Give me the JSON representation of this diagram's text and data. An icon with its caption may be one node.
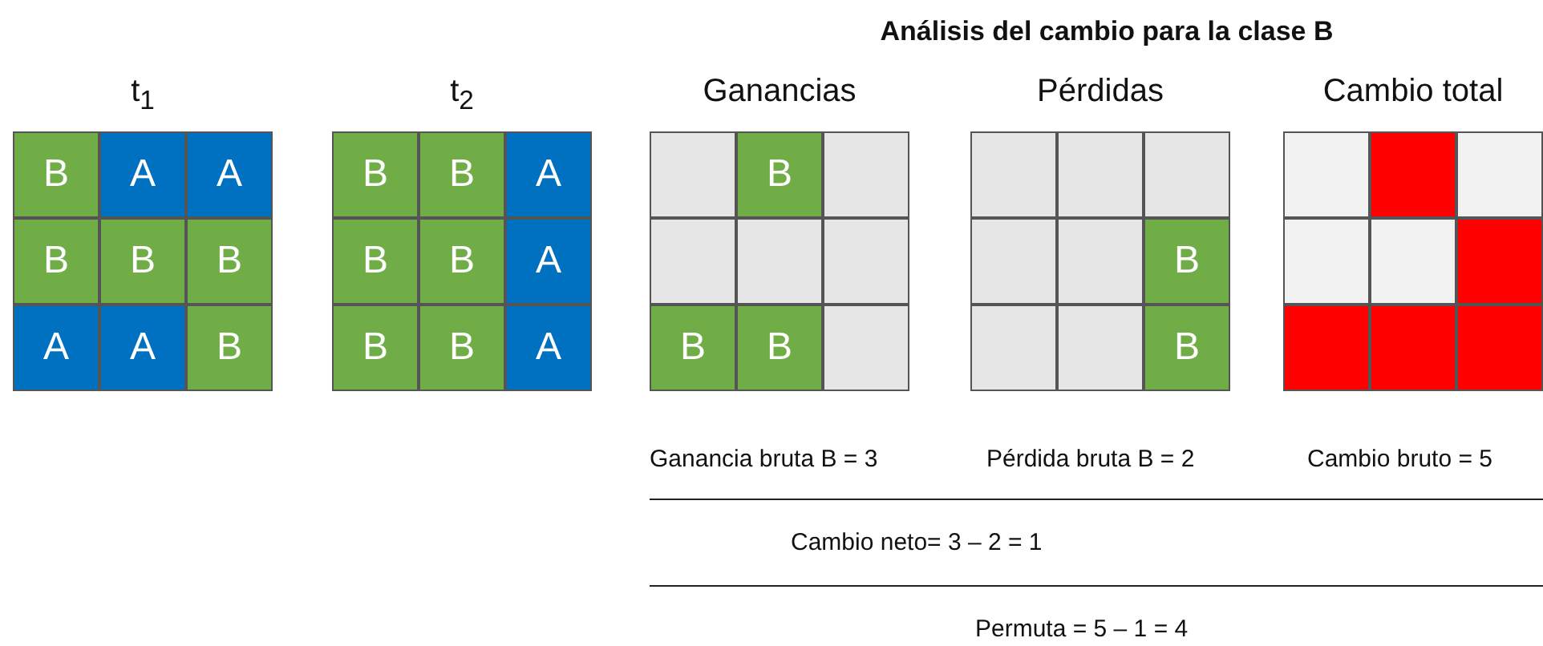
{
  "diagram": {
    "title": "Análisis del cambio para la clase B",
    "nodes": [
      {
        "text": [
          "t$_{1}$"
        ]
      },
      {
        "text": [
          "B"
        ],
        "in": 0
      },
      {
        "text": [
          "A"
        ],
        "in": 0
      },
      {
        "text": [
          "A"
        ],
        "in": 0
      },
      {
        "text": [
          "B"
        ],
        "in": 0
      },
      {
        "text": [
          "B"
        ],
        "in": 0
      },
      {
        "text": [
          "B"
        ],
        "in": 0
      },
      {
        "text": [
          "A"
        ],
        "in": 0
      },
      {
        "text": [
          "A"
        ],
        "in": 0
      },
      {
        "text": [
          "B"
        ],
        "in": 0
      },
      {
        "text": [
          "t$_{2}$"
        ]
      },
      {
        "text": [
          "B"
        ],
        "in": 10
      },
      {
        "text": [
          "B"
        ],
        "in": 10
      },
      {
        "text": [
          "A"
        ],
        "in": 10
      },
      {
        "text": [
          "B"
        ],
        "in": 10
      },
      {
        "text": [
          "B"
        ],
        "in": 10
      },
      {
        "text": [
          "A"
        ],
        "in": 10
      },
      {
        "text": [
          "B"
        ],
        "in": 10
      },
      {
        "text": [
          "B"
        ],
        "in": 10
      },
      {
        "text": [
          "A"
        ],
        "in": 10
      },
      {
        "text": [
          "Ganancias"
        ]
      },
      {
        "text": [],
        "shape": "box",
        "in": 20
      },
      {
        "text": [
          "B"
        ],
        "in": 20
      },
      {
        "text": [],
        "shape": "box",
        "in": 20
      },
      {
        "text": [],
        "shape": "box",
        "in": 20
      },
      {
        "text": [],
        "shape": "box",
        "in": 20
      },
      {
        "text": [],
        "shape": "box",
        "in": 20
      },
      {
        "text": [
          "B"
        ],
        "in": 20
      },
      {
        "text": [
          "B"
        ],
        "in": 20
      },
      {
        "text": [],
        "shape": "box",
        "in": 20
      },
      {
        "text": [
          "Pérdidas"
        ]
      },
      {
        "text": [],
        "shape": "box",
        "in": 30
      },
      {
        "text": [],
        "shape": "box",
        "in": 30
      },
      {
        "text": [],
        "shape": "box",
        "in": 30
      },
      {
        "text": [],
        "shape": "box",
        "in": 30
      },
      {
        "text": [],
        "shape": "box",
        "in": 30
      },
      {
        "text": [
          "B"
        ],
        "in": 30
      },
      {
        "text": [],
        "shape": "box",
        "in": 30
      },
      {
        "text": [],
        "shape": "box",
        "in": 30
      },
      {
        "text": [
          "B"
        ],
        "in": 30
      },
      {
        "text": [
          "Cambio total"
        ]
      },
      {
        "text": [],
        "shape": "box",
        "in": 40
      },
      {
        "text": [],
        "shape": "box",
        "in": 40
      },
      {
        "text": [],
        "shape": "box",
        "in": 40
      },
      {
        "text": [],
        "shape": "box",
        "in": 40
      },
      {
        "text": [],
        "shape": "box",
        "in": 40
      },
      {
        "text": [],
        "shape": "box",
        "in": 40
      },
      {
        "text": [],
        "shape": "box",
        "in": 40
      },
      {
        "text": [],
        "shape": "box",
        "in": 40
      },
      {
        "text": [],
        "shape": "box",
        "in": 40
      }
    ],
    "labels": [
      "Ganancia bruta B = 3",
      "Pérdida bruta B = 2",
      "Cambio bruto = 5",
      "Cambio neto= 3 – 2 = 1",
      "Permuta = 5 – 1 = 4"
    ]
  }
}
